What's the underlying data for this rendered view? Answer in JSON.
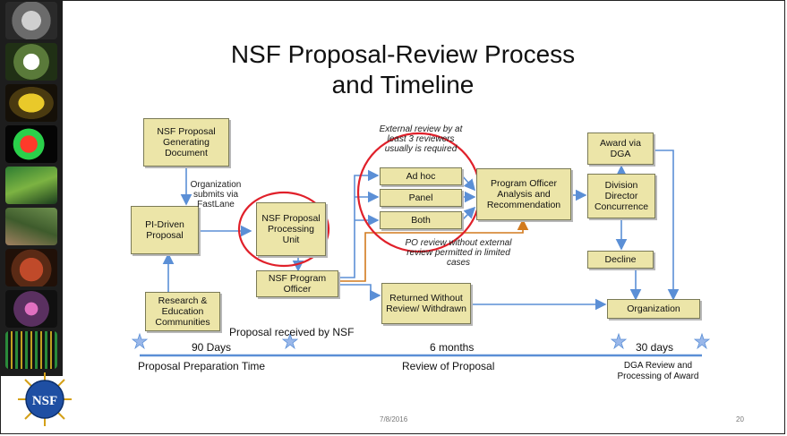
{
  "title_line1": "NSF Proposal-Review Process",
  "title_line2": "and Timeline",
  "boxes": {
    "gen_doc": "NSF Proposal Generating Document",
    "pi_proposal": "PI-Driven Proposal",
    "research_communities": "Research & Education Communities",
    "processing_unit": "NSF Proposal Processing Unit",
    "program_officer": "NSF Program Officer",
    "ad_hoc": "Ad hoc",
    "panel": "Panel",
    "both": "Both",
    "returned": "Returned Without Review/ Withdrawn",
    "analysis": "Program Officer Analysis and Recommendation",
    "award": "Award via DGA",
    "division_director": "Division Director Concurrence",
    "decline": "Decline",
    "organization": "Organization"
  },
  "notes": {
    "submits": "Organization submits via FastLane",
    "external_review": "External review by at least 3 reviewers usually is required",
    "po_review": "PO review without external review permitted in limited cases"
  },
  "timeline": {
    "received": "Proposal received by NSF",
    "days90": "90 Days",
    "months6": "6 months",
    "days30": "30 days",
    "prep": "Proposal Preparation Time",
    "review": "Review of Proposal",
    "dga": "DGA Review and Processing of Award"
  },
  "footer": {
    "date": "7/8/2016",
    "page": "20"
  },
  "logo_text": "NSF",
  "colors": {
    "box_fill": "#ece5a8",
    "arrow_blue": "#5b8fd6",
    "arrow_orange": "#d27a1e",
    "highlight_red": "#e0202a"
  }
}
